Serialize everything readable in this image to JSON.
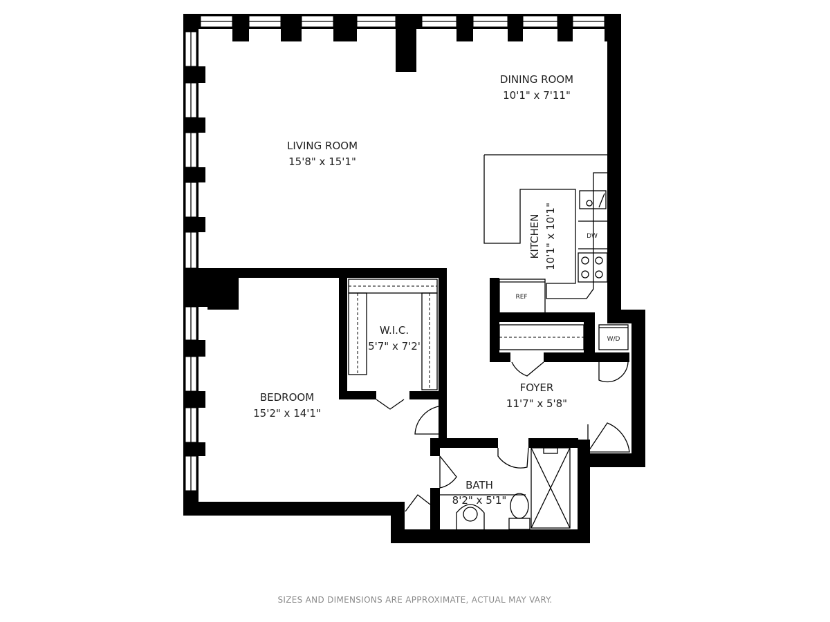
{
  "rooms": {
    "dining": {
      "name": "DINING ROOM",
      "dims": "10'1\" x 7'11\""
    },
    "living": {
      "name": "LIVING ROOM",
      "dims": "15'8\" x 15'1\""
    },
    "kitchen": {
      "name": "KITCHEN",
      "dims": "10'1\" x 10'1\""
    },
    "wic": {
      "name": "W.I.C.",
      "dims": "5'7\" x 7'2'"
    },
    "bedroom": {
      "name": "BEDROOM",
      "dims": "15'2\" x 14'1\""
    },
    "foyer": {
      "name": "FOYER",
      "dims": "11'7\" x 5'8\""
    },
    "bath": {
      "name": "BATH",
      "dims": "8'2\" x 5'1\""
    }
  },
  "fixtures": {
    "dishwasher": "DW",
    "refrigerator": "REF",
    "washer_dryer": "W/D"
  },
  "footer": {
    "disclaimer": "SIZES AND DIMENSIONS ARE APPROXIMATE, ACTUAL MAY VARY."
  }
}
